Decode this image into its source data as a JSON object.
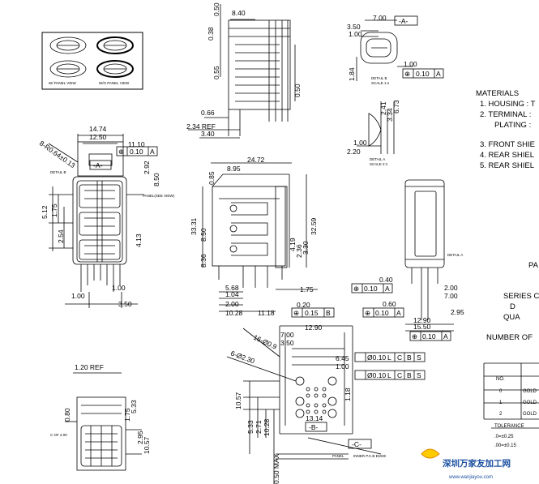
{
  "views": {
    "panel_inset": {
      "left_caption": "W/ PANEL VIEW",
      "right_caption": "W/O PANEL VIEW"
    },
    "front_view": {
      "dims": [
        "14.74",
        "12.50",
        "11.10",
        "8-R0.64±0.13",
        "2.92",
        "8.50",
        "5.12",
        "1.75",
        "2.54",
        "4.13",
        "1.00",
        "1.00",
        "3.50"
      ],
      "callouts": [
        "DETAIL B",
        "PANEL(SEE VIEW)"
      ],
      "tolerance": {
        "symbol": "⊕",
        "value": "0.10",
        "datum": "A"
      },
      "datum_flag": "-A-"
    },
    "side_view": {
      "dims": [
        "8.40",
        "0.50",
        "0.38",
        "0.55",
        "0.50",
        "0.66",
        "2.34 REF",
        "3.40"
      ]
    },
    "detail_b": {
      "dims": [
        "7.00",
        "3.50",
        "1.00",
        "1.84",
        "1.00"
      ],
      "datum_flag": "-A-",
      "title": "DETAIL B",
      "scale": "SCALE 1:1",
      "tolerance": {
        "symbol": "⊕",
        "value": "0.10",
        "datum": "A"
      }
    },
    "detail_a": {
      "dims": [
        "2.41",
        "3.34",
        "6.73",
        "1.00",
        "2.20"
      ],
      "title": "DETAIL A",
      "scale": "SCALE 2:1"
    },
    "center_view": {
      "dims": [
        "24.72",
        "8.95",
        "0.85",
        "33.31",
        "8.50",
        "8.36",
        "4.19",
        "2.36",
        "3.30",
        "32.59",
        "5.68",
        "1.04",
        "2.00",
        "10.28",
        "11.18",
        "1.75",
        "0.20"
      ],
      "tolerance": {
        "symbol": "⊕",
        "value": "0.15",
        "datum": "B"
      }
    },
    "right_view": {
      "dims": [
        "0.40",
        "2.00",
        "7.00",
        "0.60",
        "2.95",
        "12.90",
        "15.50"
      ],
      "callout": "DETAIL A",
      "tolerances": [
        {
          "symbol": "⊕",
          "value": "0.10",
          "datum": "A"
        },
        {
          "symbol": "⊕",
          "value": "0.10",
          "datum": "A"
        },
        {
          "symbol": "⊕",
          "value": "0.10",
          "datum": "A"
        }
      ]
    },
    "pcb_layout": {
      "dims": [
        "12.90",
        "7.00",
        "3.50",
        "16-Ø0.9",
        "6-Ø2.30",
        "6.45",
        "1.00",
        "10.57",
        "5.33",
        "2.71",
        "10.28",
        "13.14",
        "0.50 MAX",
        "1.18"
      ],
      "tolerances": [
        {
          "label": "Ø0.10",
          "mods": [
            "L",
            "C",
            "B",
            "S"
          ]
        },
        {
          "label": "Ø0.10",
          "mods": [
            "L",
            "C",
            "B",
            "S"
          ]
        }
      ],
      "datum_b": "-B-",
      "datum_c": "-C-",
      "notes": [
        "PANEL",
        "INNER P.C.B EDGE"
      ]
    },
    "bottom_left": {
      "dims": [
        "1.20 REF",
        "0.80",
        "1.75",
        "5.33",
        "2.95",
        "10.57"
      ],
      "note": "C OF 2.00"
    }
  },
  "materials": {
    "heading": "MATERIALS",
    "items": [
      "1. HOUSING : T",
      "2. TERMINAL :",
      "PLATING :",
      "3. FRONT SHIE",
      "4. REAR SHIEL",
      "5. REAR SHIEL"
    ]
  },
  "title_block": {
    "pa": "PA",
    "series": "SERIES C",
    "d": "D",
    "qua": "QUA",
    "number_of": "NUMBER OF"
  },
  "table": {
    "header": "NO.",
    "rows": [
      {
        "no": "0",
        "val": "GOLD"
      },
      {
        "no": "1",
        "val": "GOLD"
      },
      {
        "no": "2",
        "val": "GOLD"
      }
    ]
  },
  "tolerance_block": {
    "heading": "TOLERANCE",
    "lines": [
      ".0=±0.25",
      ".00=±0.15"
    ]
  },
  "watermark": {
    "cn": "深圳万家友加工网",
    "url": "www.wanjiayou.com"
  }
}
